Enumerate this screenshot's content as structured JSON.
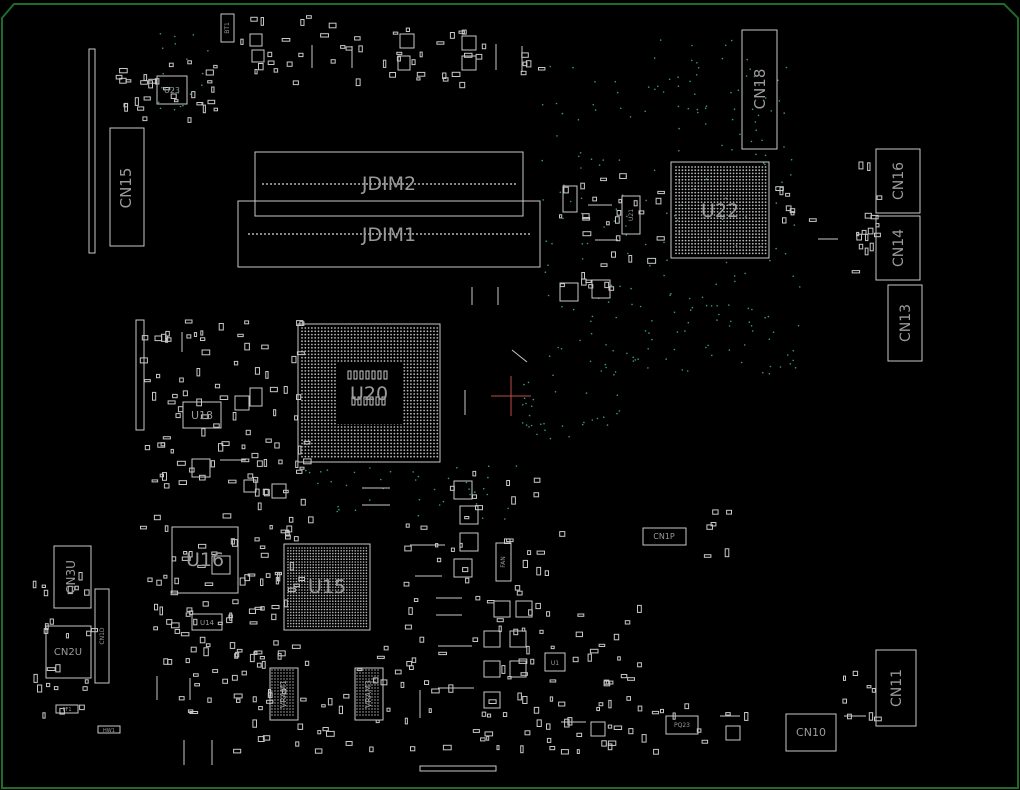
{
  "components": {
    "jdim2": "JDIM2",
    "jdim1": "JDIM1",
    "cn15": "CN15",
    "cn18": "CN18",
    "u22": "U22",
    "cn16": "CN16",
    "cn14": "CN14",
    "cn13": "CN13",
    "u23": "U23",
    "u20": "U20",
    "u18": "U18",
    "u16": "U16",
    "u15": "U15",
    "u14": "U14",
    "u21": "U21",
    "cn3u": "CN3U",
    "cn2u": "CN2U",
    "cn1p": "CN1P",
    "cn11": "CN11",
    "cn10": "CN10",
    "pq23": "PQ23",
    "vram1": "VRAM1",
    "vram3": "VRAM3",
    "bt1": "BT1",
    "cn1d": "CN1D",
    "u1": "U1",
    "fan": "FAN",
    "pf1": "PF1",
    "hw": "HW1"
  },
  "colors": {
    "background": "#000000",
    "outline": "#1f6b2a",
    "silkscreen": "#c8c8c8",
    "label": "#9a9a9a",
    "via": "#3aa06a",
    "cursor": "#c04a4a"
  }
}
